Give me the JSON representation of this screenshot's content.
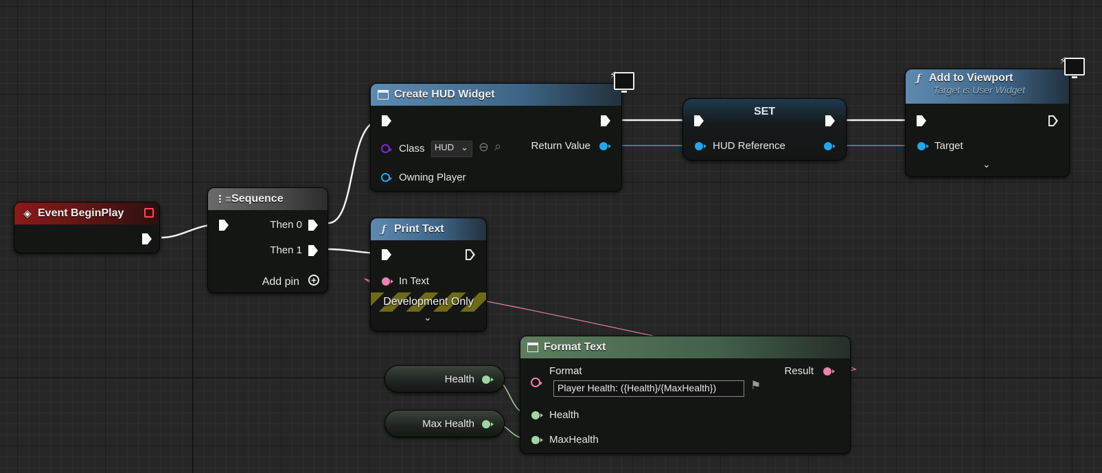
{
  "nodes": {
    "event_begin_play": {
      "title": "Event BeginPlay",
      "color": "#8a1a1a"
    },
    "sequence": {
      "title": "Sequence",
      "then0": "Then 0",
      "then1": "Then 1",
      "add_pin": "Add pin"
    },
    "create_hud_widget": {
      "title": "Create HUD Widget",
      "class_label": "Class",
      "class_value": "HUD",
      "owning_player": "Owning Player",
      "return_value": "Return Value"
    },
    "set": {
      "title": "SET",
      "hud_reference": "HUD Reference"
    },
    "add_to_viewport": {
      "title": "Add to Viewport",
      "subtitle": "Target is User Widget",
      "target": "Target"
    },
    "print_text": {
      "title": "Print Text",
      "in_text": "In Text",
      "development_only": "Development Only"
    },
    "format_text": {
      "title": "Format Text",
      "format_label": "Format",
      "format_value": "Player Health: ({Health}/{MaxHealth})",
      "result": "Result",
      "health": "Health",
      "max_health": "MaxHealth"
    },
    "var_health": {
      "label": "Health"
    },
    "var_max_health": {
      "label": "Max Health"
    }
  },
  "colors": {
    "exec": "#ffffff",
    "object_ref": "#1fa8f0",
    "float": "#9fd6a0",
    "text": "#e884ad",
    "class_ref": "#7b2ad8"
  }
}
